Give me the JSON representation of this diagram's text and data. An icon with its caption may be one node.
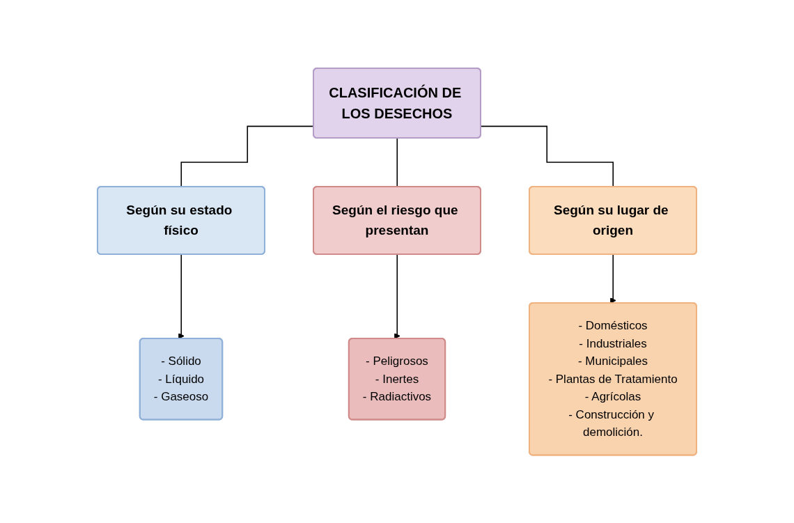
{
  "diagram": {
    "nodes": [
      {
        "text": [
          "CLASIFICACIÓN DE LOS DESECHOS"
        ]
      },
      {
        "text": [
          "Según su estado físico"
        ]
      },
      {
        "text": [
          "Según el riesgo que presentan"
        ]
      },
      {
        "text": [
          "Según su lugar de origen"
        ]
      },
      {
        "text": [
          "- Sólido",
          "- Líquido",
          "- Gaseoso"
        ]
      },
      {
        "text": [
          "- Peligrosos",
          "- Inertes",
          "- Radiactivos"
        ]
      },
      {
        "text": [
          "- Domésticos",
          "- Industriales",
          "- Municipales",
          "- Plantas de Tratamiento",
          "- Agrícolas",
          "- Construcción y demolición."
        ]
      }
    ],
    "edges": [
      {
        "from": 0,
        "to": 1,
        "arrow": "none"
      },
      {
        "from": 0,
        "to": 2,
        "arrow": "none"
      },
      {
        "from": 0,
        "to": 3,
        "arrow": "none"
      },
      {
        "from": 1,
        "to": 4,
        "arrow": "to"
      },
      {
        "from": 2,
        "to": 5,
        "arrow": "to"
      },
      {
        "from": 3,
        "to": 6,
        "arrow": "to"
      }
    ]
  }
}
